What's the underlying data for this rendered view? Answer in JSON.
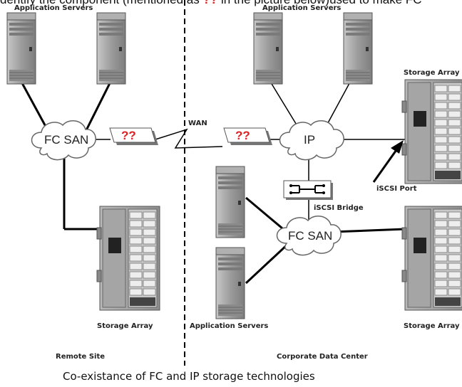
{
  "question": {
    "prefix": "dentify the component (mentioned as ",
    "marker": "??",
    "suffix": " in the picture below)used to make FC"
  },
  "labels": {
    "app_servers_top_left": "Application Servers",
    "app_servers_top_right": "Application Servers",
    "storage_array_top_right": "Storage Array",
    "wan": "WAN",
    "iscsi_bridge": "iSCSI Bridge",
    "iscsi_port": "iSCSI Port",
    "storage_array_bottom_left": "Storage Array",
    "app_servers_bottom": "Application Servers",
    "storage_array_bottom_right": "Storage Array",
    "remote_site": "Remote Site",
    "corporate_data_center": "Corporate Data Center"
  },
  "clouds": {
    "fc_san_left": "FC SAN",
    "ip": "IP",
    "fc_san_right": "FC SAN"
  },
  "unknown_devices": {
    "left": "??",
    "right": "??"
  },
  "caption": "Co-existance of FC and IP storage technologies",
  "colors": {
    "server_body": "#9a9a9a",
    "server_dark": "#6e6e6e",
    "cloud_fill": "#ffffff",
    "question_red": "#e02020",
    "line": "#000000"
  }
}
